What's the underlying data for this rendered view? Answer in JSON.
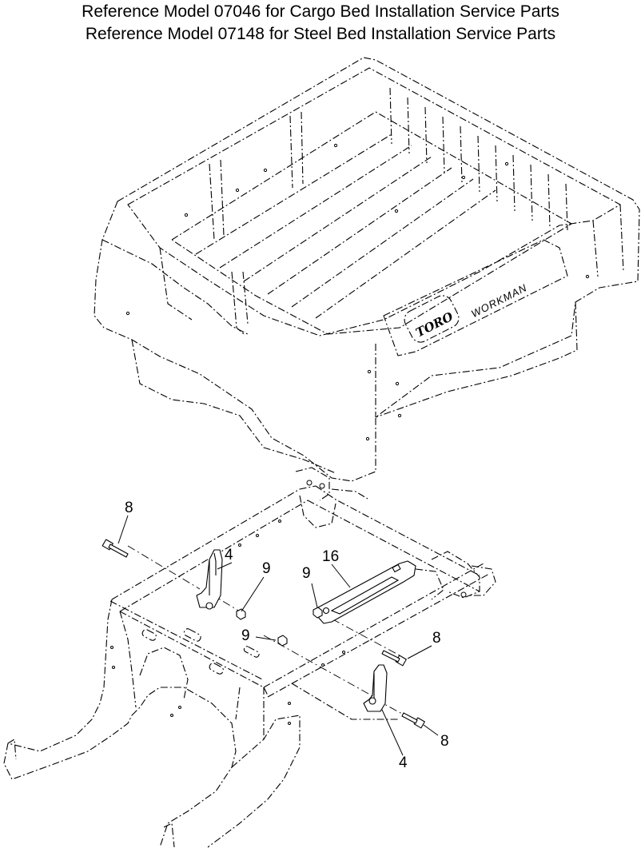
{
  "header": {
    "line1": "Reference Model 07046 for Cargo Bed Installation Service Parts",
    "line2": "Reference Model 07148 for Steel Bed Installation Service Parts"
  },
  "bed_labels": {
    "brand_logo": "TORO",
    "model_name": "WORKMAN"
  },
  "callouts": [
    {
      "id": "8a",
      "text": "8"
    },
    {
      "id": "4a",
      "text": "4"
    },
    {
      "id": "9a",
      "text": "9"
    },
    {
      "id": "9b",
      "text": "9"
    },
    {
      "id": "16",
      "text": "16"
    },
    {
      "id": "9c",
      "text": "9"
    },
    {
      "id": "8b",
      "text": "8"
    },
    {
      "id": "8c",
      "text": "8"
    },
    {
      "id": "4b",
      "text": "4"
    }
  ]
}
